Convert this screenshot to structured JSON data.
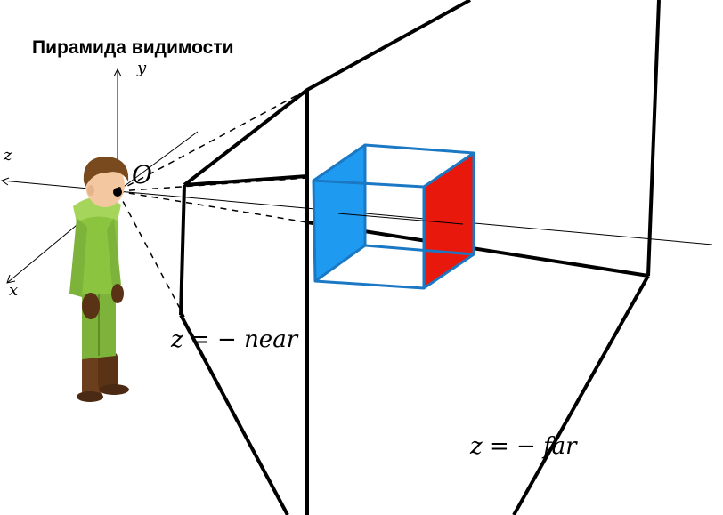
{
  "title": "Пирамида видимости",
  "axes": {
    "x": "x",
    "y": "y",
    "z": "z",
    "origin": "O"
  },
  "near_label": "z = − near",
  "far_label": "z = − far",
  "icons": [
    "person-figure",
    "cube-object",
    "frustum-pyramid"
  ],
  "colors": {
    "left_face": "#1e9bf0",
    "right_face": "#e8180c",
    "cube_edges": "#1a78c4",
    "person_suit": "#8bc53f",
    "person_hair": "#7a4a1f",
    "person_boots": "#6b3f1d"
  }
}
